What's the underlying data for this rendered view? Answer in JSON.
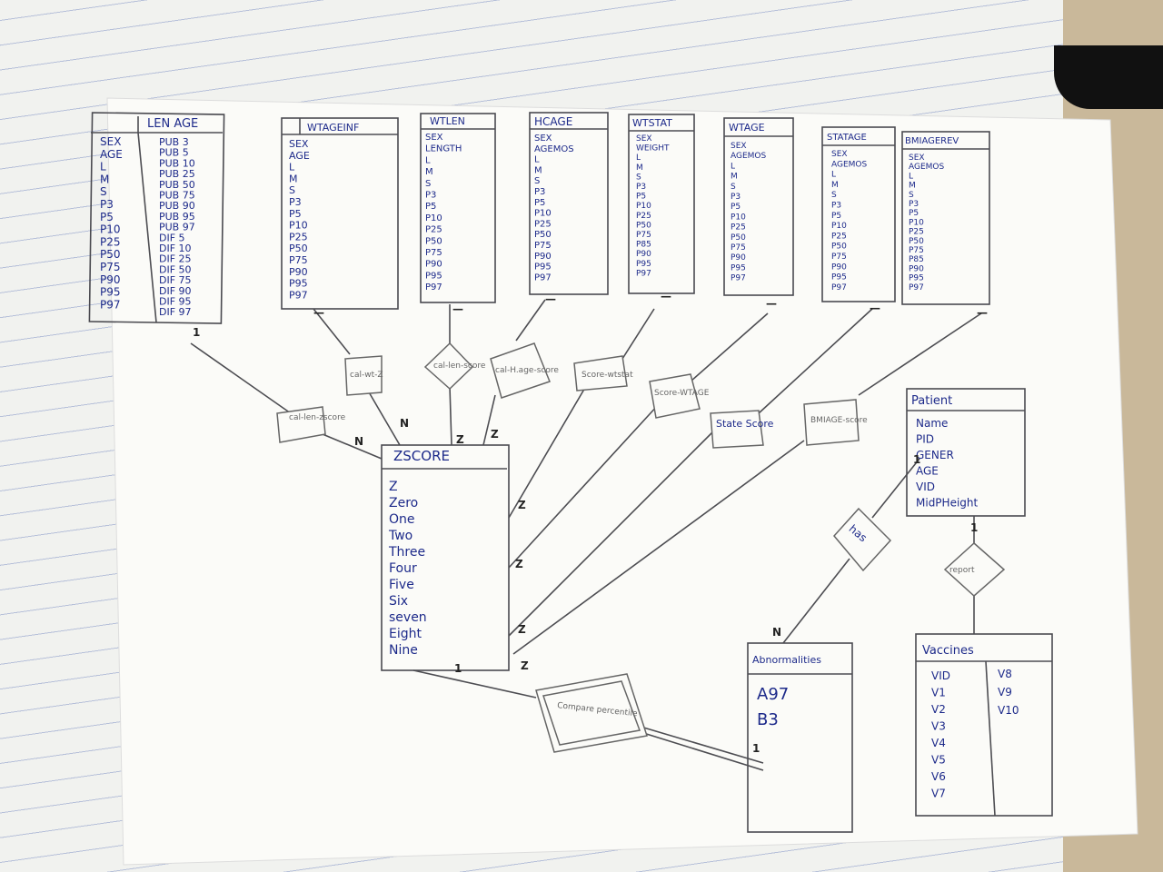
{
  "entities": {
    "lenage": {
      "name": "LEN AGE",
      "col1": [
        "SEX",
        "AGE",
        "L",
        "M",
        "S",
        "P3",
        "P5",
        "P10",
        "P25",
        "P50",
        "P75",
        "P90",
        "P95",
        "P97"
      ],
      "col2": [
        "PUB 3",
        "PUB 5",
        "PUB 10",
        "PUB 25",
        "PUB 50",
        "PUB 75",
        "PUB 90",
        "PUB 95",
        "PUB 97",
        "DIF 5",
        "DIF 10",
        "DIF 25",
        "DIF 50",
        "DIF 75",
        "DIF 90",
        "DIF 95",
        "DIF 97"
      ]
    },
    "wtageinf": {
      "name": "WTAGEINF",
      "attrs": [
        "SEX",
        "AGE",
        "L",
        "M",
        "S",
        "P3",
        "P5",
        "P10",
        "P25",
        "P50",
        "P75",
        "P90",
        "P95",
        "P97"
      ]
    },
    "wtlen": {
      "name": "WTLEN",
      "attrs": [
        "SEX",
        "LENGTH",
        "L",
        "M",
        "S",
        "P3",
        "P5",
        "P10",
        "P25",
        "P50",
        "P75",
        "P90",
        "P95",
        "P97"
      ]
    },
    "hcage": {
      "name": "HCAGE",
      "attrs": [
        "SEX",
        "AGEMOS",
        "L",
        "M",
        "S",
        "P3",
        "P5",
        "P10",
        "P25",
        "P50",
        "P75",
        "P90",
        "P95",
        "P97"
      ]
    },
    "wtstat": {
      "name": "WTSTAT",
      "attrs": [
        "SEX",
        "WEIGHT",
        "L",
        "M",
        "S",
        "P3",
        "P5",
        "P10",
        "P25",
        "P50",
        "P75",
        "P85",
        "P90",
        "P95",
        "P97"
      ]
    },
    "wtage": {
      "name": "WTAGE",
      "attrs": [
        "SEX",
        "AGEMOS",
        "L",
        "M",
        "S",
        "P3",
        "P5",
        "P10",
        "P25",
        "P50",
        "P75",
        "P90",
        "P95",
        "P97"
      ]
    },
    "statage": {
      "name": "STATAGE",
      "attrs": [
        "SEX",
        "AGEMOS",
        "L",
        "M",
        "S",
        "P3",
        "P5",
        "P10",
        "P25",
        "P50",
        "P75",
        "P90",
        "P95",
        "P97"
      ]
    },
    "bmiagerev": {
      "name": "BMIAGEREV",
      "attrs": [
        "SEX",
        "AGEMOS",
        "L",
        "M",
        "S",
        "P3",
        "P5",
        "P10",
        "P25",
        "P50",
        "P75",
        "P85",
        "P90",
        "P95",
        "P97"
      ]
    },
    "zscore": {
      "name": "ZSCORE",
      "attrs": [
        "Z",
        "Zero",
        "One",
        "Two",
        "Three",
        "Four",
        "Five",
        "Six",
        "seven",
        "Eight",
        "Nine"
      ]
    },
    "patient": {
      "name": "Patient",
      "attrs": [
        "Name",
        "PID",
        "GENER",
        "AGE",
        "VID",
        "MidPHeight"
      ]
    },
    "abnormalities": {
      "name": "Abnormalities",
      "attrs": [
        "A97",
        "B3"
      ]
    },
    "vaccines": {
      "name": "Vaccines",
      "col1": [
        "VID",
        "V1",
        "V2",
        "V3",
        "V4",
        "V5",
        "V6",
        "V7"
      ],
      "col2": [
        "V8",
        "V9",
        "V10"
      ]
    }
  },
  "relationships": {
    "cal_len_zscore": "cal-len-zscore",
    "cal_wt_z": "cal-wt-Z",
    "cal_len_score": "cal-len-score",
    "cal_hage_score": "cal-H.age-score",
    "score_wtstat": "Score-wtstat",
    "score_wtage": "Score-WTAGE",
    "state_score": "State Score",
    "bmiage_score": "BMIAGE-score",
    "has": "has",
    "report": "report",
    "compare_percentile": "Compare percentile"
  },
  "cardinalities": {
    "one": "1",
    "n": "N",
    "z": "Z",
    "dash": "—"
  }
}
